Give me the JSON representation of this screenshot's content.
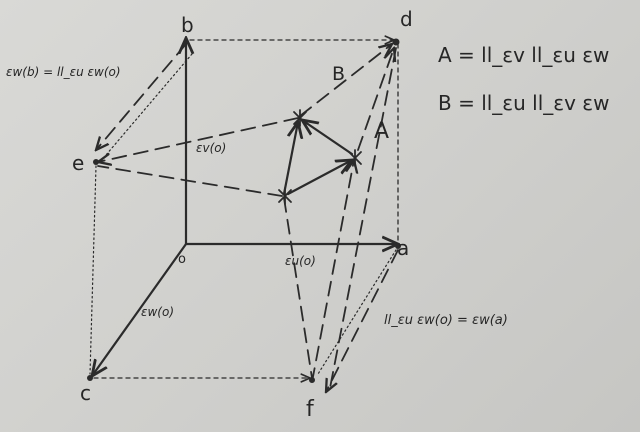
{
  "points": {
    "a": "a",
    "b": "b",
    "c": "c",
    "d": "d",
    "e": "e",
    "f": "f",
    "o": "o"
  },
  "edge_labels": {
    "o_a": "εu(o)",
    "o_b": "εv(o)",
    "o_c": "εw(o)",
    "b_e": "εw(b) = ll_εu εw(o)",
    "a_f": "ll_εu εw(o) = εw(a)",
    "curve_B": "B",
    "curve_A": "A"
  },
  "equations": {
    "A": "A = ll_εv ll_εu εw",
    "B": "B = ll_εu ll_εv εw"
  }
}
